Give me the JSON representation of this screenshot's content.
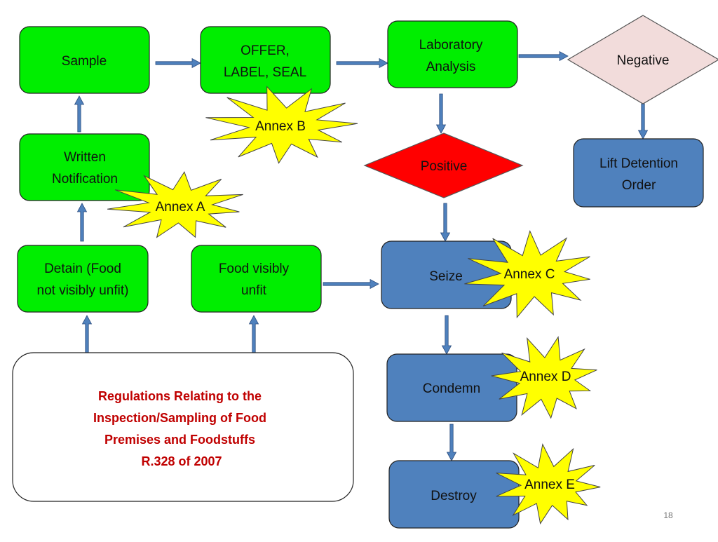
{
  "colors": {
    "green_box": "#00ee00",
    "blue_box": "#4f81bd",
    "negative_fill": "#f2dcdb",
    "positive_fill": "#ff0000",
    "starburst": "#ffff00",
    "arrow": "#4f81bd",
    "regulation_text": "#c00000"
  },
  "nodes": {
    "sample": {
      "lines": [
        "Sample"
      ]
    },
    "offer_label_seal": {
      "lines": [
        "OFFER,",
        "LABEL, SEAL"
      ]
    },
    "laboratory_analysis": {
      "lines": [
        "Laboratory",
        "Analysis"
      ]
    },
    "negative": {
      "lines": [
        "Negative"
      ]
    },
    "positive": {
      "lines": [
        "Positive"
      ]
    },
    "lift_detention_order": {
      "lines": [
        "Lift Detention",
        "Order"
      ]
    },
    "written_notification": {
      "lines": [
        "Written",
        "Notification"
      ]
    },
    "detain": {
      "lines": [
        "Detain (Food",
        "not visibly unfit)"
      ]
    },
    "food_visibly_unfit": {
      "lines": [
        "Food visibly",
        "unfit"
      ]
    },
    "seize": {
      "lines": [
        "Seize"
      ]
    },
    "condemn": {
      "lines": [
        "Condemn"
      ]
    },
    "destroy": {
      "lines": [
        "Destroy"
      ]
    }
  },
  "annexes": {
    "a": "Annex A",
    "b": "Annex B",
    "c": "Annex C",
    "d": "Annex D",
    "e": "Annex E"
  },
  "regulation": {
    "lines": [
      "Regulations  Relating to the",
      "Inspection/Sampling of Food",
      "Premises and Foodstuffs",
      "R.328 of 2007"
    ]
  },
  "page_number": "18"
}
